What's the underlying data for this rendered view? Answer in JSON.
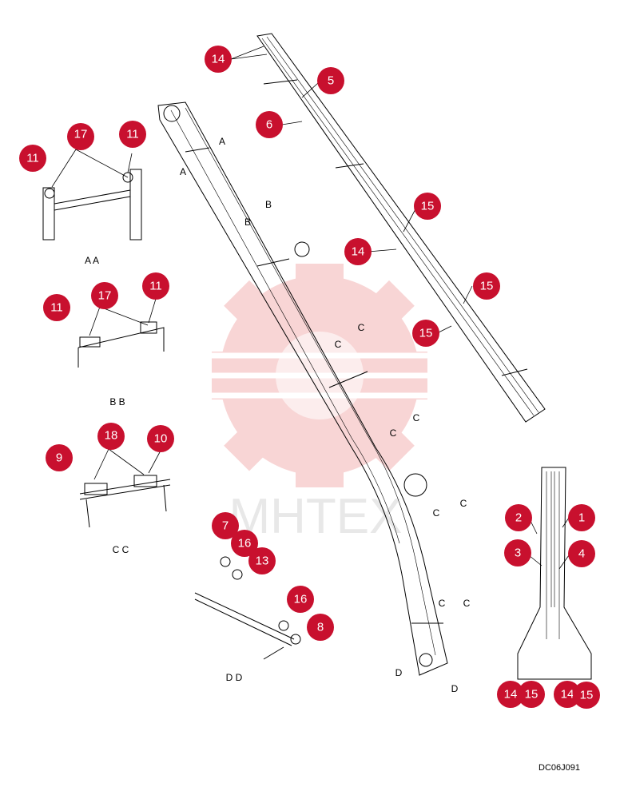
{
  "diagram": {
    "drawing_code": "DC06J091",
    "watermark_text": "MHTEX",
    "callout_color": "#c8102e",
    "watermark_color": "#f3b3b3",
    "sections": [
      {
        "id": "AA",
        "label": "A A"
      },
      {
        "id": "BB",
        "label": "B B"
      },
      {
        "id": "CC",
        "label": "C C"
      },
      {
        "id": "DD",
        "label": "D D"
      }
    ],
    "section_markers": [
      "A",
      "A",
      "B",
      "B",
      "C",
      "C",
      "C",
      "C",
      "C",
      "C",
      "C",
      "C",
      "D",
      "D"
    ],
    "callouts": [
      "14",
      "5",
      "6",
      "15",
      "14",
      "15",
      "15",
      "17",
      "11",
      "11",
      "17",
      "11",
      "11",
      "18",
      "9",
      "10",
      "7",
      "16",
      "13",
      "16",
      "8",
      "2",
      "1",
      "3",
      "4",
      "14",
      "15",
      "14",
      "15"
    ]
  }
}
